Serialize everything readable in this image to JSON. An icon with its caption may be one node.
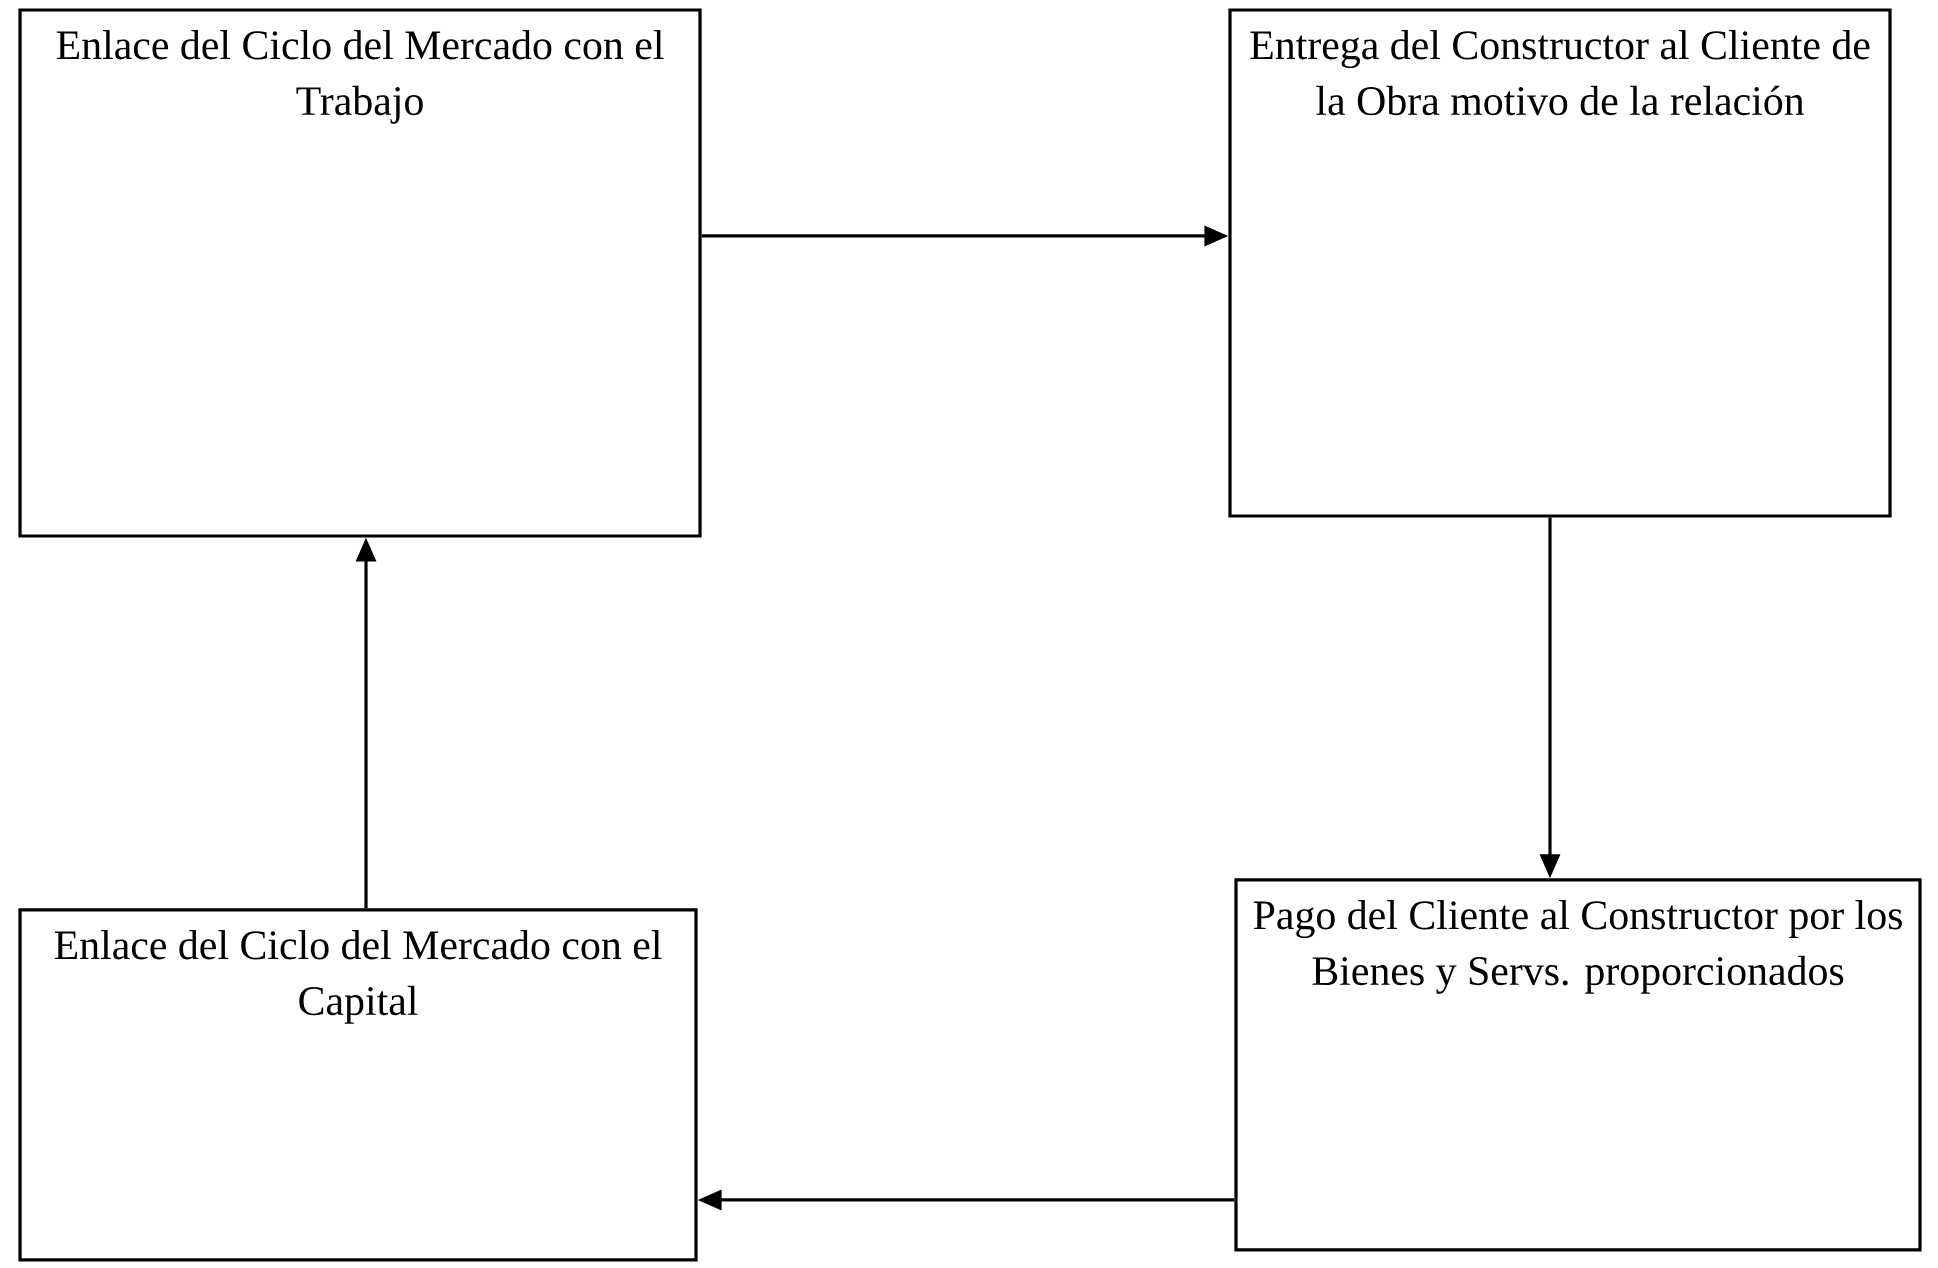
{
  "diagram": {
    "nodes": [
      {
        "text": [
          "Enlace del Ciclo del Mercado con el Trabajo"
        ]
      },
      {
        "text": [
          "Entrega del Constructor al Cliente de la Obra motivo de la relación"
        ]
      },
      {
        "text": [
          "Pago del Cliente al Constructor por los Bienes y Servs. proporcionados"
        ]
      },
      {
        "text": [
          "Enlace del Ciclo del Mercado con el Capital"
        ]
      }
    ],
    "edges": [
      {
        "from": 0,
        "to": 1,
        "arrow": "to"
      },
      {
        "from": 1,
        "to": 2,
        "arrow": "to"
      },
      {
        "from": 2,
        "to": 3,
        "arrow": "to"
      },
      {
        "from": 3,
        "to": 0,
        "arrow": "to"
      }
    ]
  }
}
